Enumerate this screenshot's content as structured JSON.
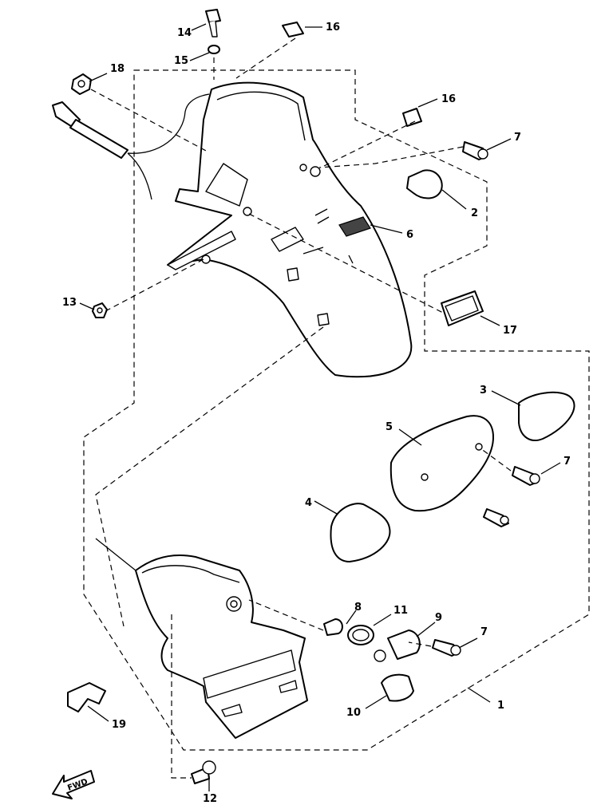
{
  "callouts": {
    "c1": "1",
    "c2": "2",
    "c3": "3",
    "c4": "4",
    "c5": "5",
    "c6": "6",
    "c7a": "7",
    "c7b": "7",
    "c7c": "7",
    "c8": "8",
    "c9": "9",
    "c10": "10",
    "c11": "11",
    "c12": "12",
    "c13": "13",
    "c14": "14",
    "c15": "15",
    "c16a": "16",
    "c16b": "16",
    "c17": "17",
    "c18": "18",
    "c19": "19"
  },
  "front_arrow_text": "FWD",
  "colors": {
    "line": "#000000",
    "background": "#ffffff"
  }
}
